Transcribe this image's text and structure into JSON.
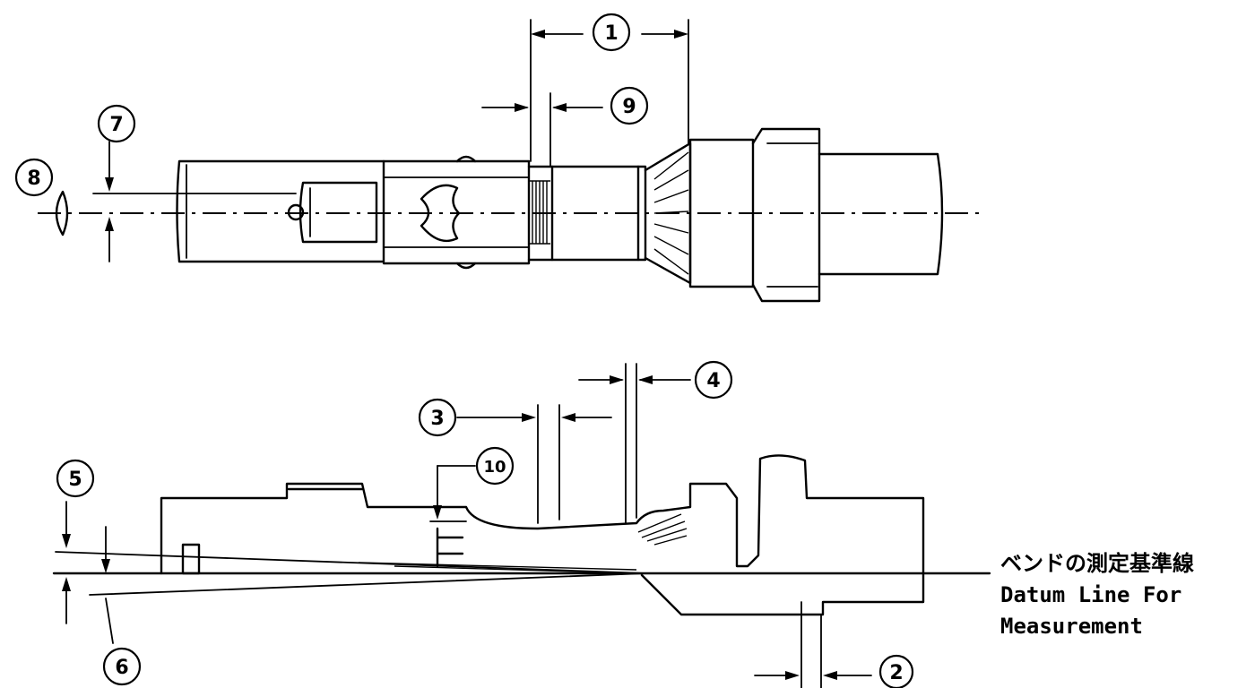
{
  "callouts": {
    "c1": "1",
    "c2": "2",
    "c3": "3",
    "c4": "4",
    "c5": "5",
    "c6": "6",
    "c7": "7",
    "c8": "8",
    "c9": "9",
    "c10": "10"
  },
  "legend": {
    "japanese": "ベンドの測定基準線",
    "english_line1": "Datum Line For",
    "english_line2": "Measurement"
  }
}
